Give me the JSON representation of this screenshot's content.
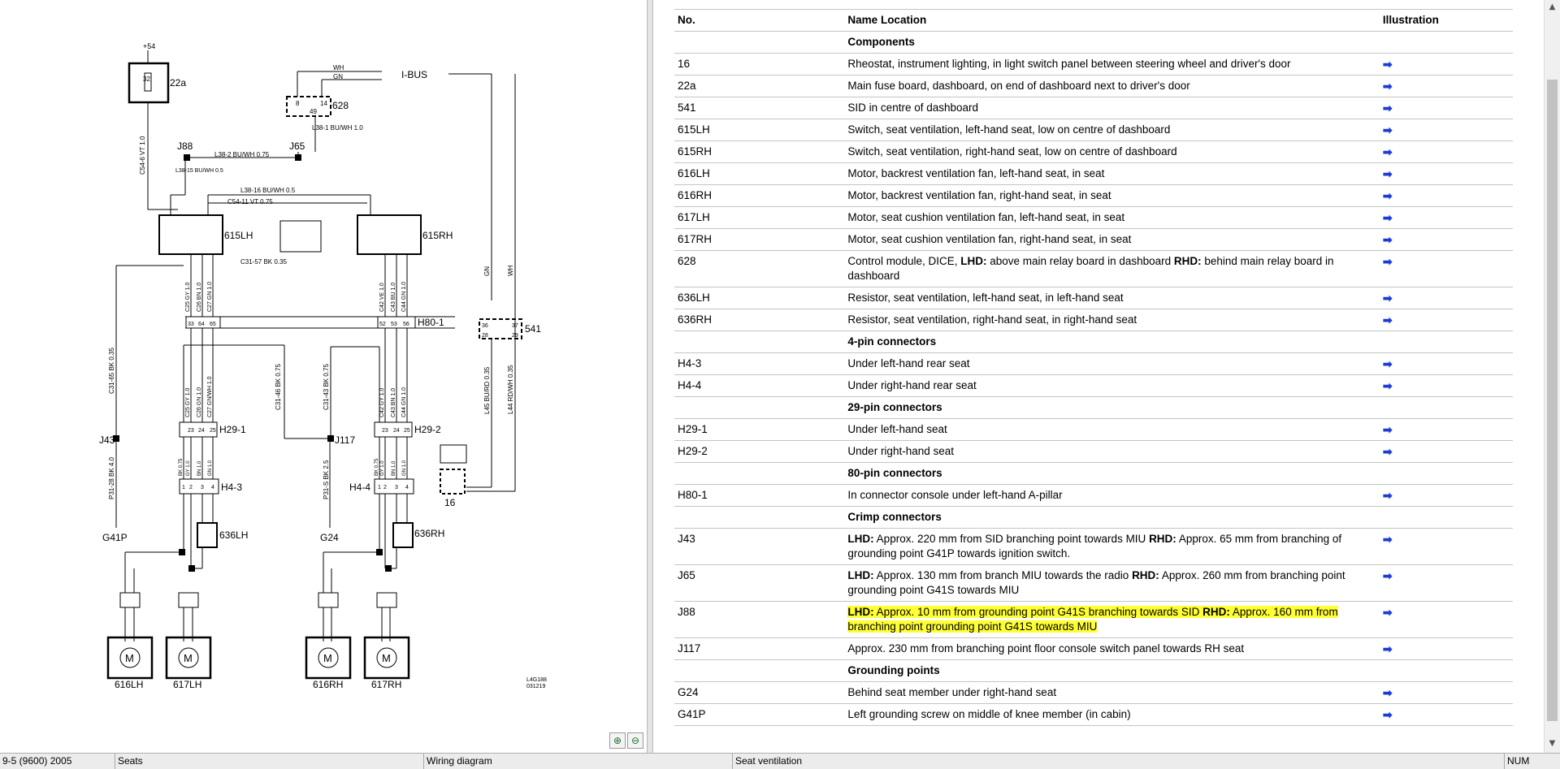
{
  "statusbar": {
    "model": "9-5 (9600) 2005",
    "section": "Seats",
    "doc_type": "Wiring diagram",
    "topic": "Seat ventilation",
    "num": "NUM"
  },
  "table": {
    "headers": {
      "no": "No.",
      "name": "Name Location",
      "illustration": "Illustration"
    },
    "rows": [
      {
        "section": true,
        "name": "Components"
      },
      {
        "no": "16",
        "name": "Rheostat, instrument lighting, in light switch panel between steering wheel and driver's door",
        "arrow": true
      },
      {
        "no": "22a",
        "name": "Main fuse board, dashboard, on end of dashboard next to driver's door",
        "arrow": true
      },
      {
        "no": "541",
        "name": "SID in centre of dashboard",
        "arrow": true
      },
      {
        "no": "615LH",
        "name": "Switch, seat ventilation, left-hand seat, low on centre of dashboard",
        "arrow": true
      },
      {
        "no": "615RH",
        "name": "Switch, seat ventilation, right-hand seat, low on centre of dashboard",
        "arrow": true
      },
      {
        "no": "616LH",
        "name": "Motor, backrest ventilation fan, left-hand seat, in seat",
        "arrow": true
      },
      {
        "no": "616RH",
        "name": "Motor, backrest ventilation fan, right-hand seat, in seat",
        "arrow": true
      },
      {
        "no": "617LH",
        "name": "Motor, seat cushion ventilation fan, left-hand seat, in seat",
        "arrow": true
      },
      {
        "no": "617RH",
        "name": "Motor, seat cushion ventilation fan, right-hand seat, in seat",
        "arrow": true
      },
      {
        "no": "628",
        "name_parts": [
          [
            "Control module, DICE, ",
            false
          ],
          [
            "LHD:",
            true
          ],
          [
            " above main relay board in dashboard ",
            false
          ],
          [
            "RHD:",
            true
          ],
          [
            " behind main relay board in dashboard",
            false
          ]
        ],
        "arrow": true,
        "double": true
      },
      {
        "no": "636LH",
        "name": "Resistor, seat ventilation, left-hand seat, in left-hand seat",
        "arrow": true
      },
      {
        "no": "636RH",
        "name": "Resistor, seat ventilation, right-hand seat, in right-hand seat",
        "arrow": true
      },
      {
        "section": true,
        "name": "4-pin connectors"
      },
      {
        "no": "H4-3",
        "name": "Under left-hand rear seat",
        "arrow": true
      },
      {
        "no": "H4-4",
        "name": "Under right-hand rear seat",
        "arrow": true
      },
      {
        "section": true,
        "name": "29-pin connectors"
      },
      {
        "no": "H29-1",
        "name": "Under left-hand seat",
        "arrow": true
      },
      {
        "no": "H29-2",
        "name": "Under right-hand seat",
        "arrow": true
      },
      {
        "section": true,
        "name": "80-pin connectors"
      },
      {
        "no": "H80-1",
        "name": "In connector console under left-hand A-pillar",
        "arrow": true
      },
      {
        "section": true,
        "name": "Crimp connectors"
      },
      {
        "no": "J43",
        "name_parts": [
          [
            "LHD:",
            true
          ],
          [
            " Approx. 220 mm from SID branching point towards MIU ",
            false
          ],
          [
            "RHD:",
            true
          ],
          [
            " Approx. 65 mm from branching of grounding point G41P towards ignition switch.",
            false
          ]
        ],
        "arrow": true,
        "double": true
      },
      {
        "no": "J65",
        "name_parts": [
          [
            "LHD:",
            true
          ],
          [
            " Approx. 130 mm from branch MIU towards the radio ",
            false
          ],
          [
            "RHD:",
            true
          ],
          [
            " Approx. 260 mm from branching point grounding point G41S towards MIU",
            false
          ]
        ],
        "arrow": true,
        "double": true
      },
      {
        "no": "J88",
        "name_parts": [
          [
            "LHD:",
            true
          ],
          [
            " Approx. 10 mm from grounding point G41S branching towards SID ",
            false
          ],
          [
            "RHD:",
            true
          ],
          [
            " Approx. 160 mm from branching point grounding point G41S towards MIU",
            false
          ]
        ],
        "arrow": true,
        "double": true,
        "highlight": true
      },
      {
        "no": "J117",
        "name": "Approx. 230 mm from branching point floor console switch panel towards RH seat",
        "arrow": true
      },
      {
        "section": true,
        "name": "Grounding points"
      },
      {
        "no": "G24",
        "name": "Behind seat member under right-hand seat",
        "arrow": true
      },
      {
        "no": "G41P",
        "name": "Left grounding screw on middle of knee member (in cabin)",
        "arrow": true
      }
    ]
  },
  "diagram": {
    "labels": {
      "fuse_supply": "+54",
      "fuse_num": "32",
      "fuse": "22a",
      "dice": "628",
      "dice_pin_a": "8",
      "dice_pin_b": "14",
      "dice_pin_c": "49",
      "ibus": "I-BUS",
      "ibus_wh": "WH",
      "ibus_gn": "GN",
      "j88": "J88",
      "j65": "J65",
      "j43": "J43",
      "j117": "J117",
      "sw_lh": "615LH",
      "sw_rh": "615RH",
      "h80": "H80-1",
      "sid": "541",
      "sid_pins": [
        "36",
        "37",
        "28",
        "29"
      ],
      "h29_1": "H29-1",
      "h29_2": "H29-2",
      "h4_3": "H4-3",
      "h4_4": "H4-4",
      "res_lh": "636LH",
      "res_rh": "636RH",
      "rheostat": "16",
      "g41p": "G41P",
      "g24": "G24",
      "m616lh": "616LH",
      "m617lh": "617LH",
      "m616rh": "616RH",
      "m617rh": "617RH",
      "motor_symbol": "M",
      "w_c546": "C54-6 VT 1.0",
      "w_l38_1": "L38-1 BU/WH 1.0",
      "w_l38_2": "L38-2 BU/WH 0.75",
      "w_l38_15": "L38-15 BU/WH 0.5",
      "w_l38_16": "L38-16 BU/WH 0.5",
      "w_c54_11": "C54-11 VT 0.75",
      "w_c31_57": "C31-57 BK 0.35",
      "w_c31_65": "C31-65 BK 0.35",
      "w_c31_46": "C31-46 BK 0.75",
      "w_c31_43": "C31-43 BK 0.75",
      "w_p31_28": "P31-28 BK 4.0",
      "w_p31_s": "P31-S BK 2.5",
      "w_l45": "L45 BU/RD 0.35",
      "w_l44": "L44 RD/WH 0.35",
      "w_gn": "GN",
      "w_wh": "WH",
      "w_lh_top": [
        "C25 GY 1.0",
        "C26 BN 1.0",
        "C27 GN 1.0"
      ],
      "w_rh_top": [
        "C42 VE 1.0",
        "C43 BU 1.0",
        "C44 GN 1.0"
      ],
      "w_lh_mid": [
        "C25 GY 1.0",
        "C26 GN 1.0",
        "C27 GN/WH 1.0"
      ],
      "w_rh_mid": [
        "C42 GY 1.0",
        "C43 BN 1.0",
        "C44 GN 1.0"
      ],
      "w_lh_low": [
        "BK 0.75",
        "GY 1.0",
        "BN 1.0",
        "GN 1.0"
      ],
      "w_rh_low": [
        "BK 0.75",
        "GY 1.0",
        "BN 1.0",
        "GN 1.0"
      ],
      "lh_pins": [
        "33",
        "64",
        "65"
      ],
      "rh_pins": [
        "52",
        "53",
        "56"
      ],
      "h29_1_pins": [
        "23",
        "24",
        "25"
      ],
      "h29_2_pins": [
        "23",
        "24",
        "25"
      ],
      "h4_pins": [
        "1",
        "2",
        "3",
        "4"
      ],
      "footnote_a": "L4G188",
      "footnote_b": "031219"
    }
  }
}
